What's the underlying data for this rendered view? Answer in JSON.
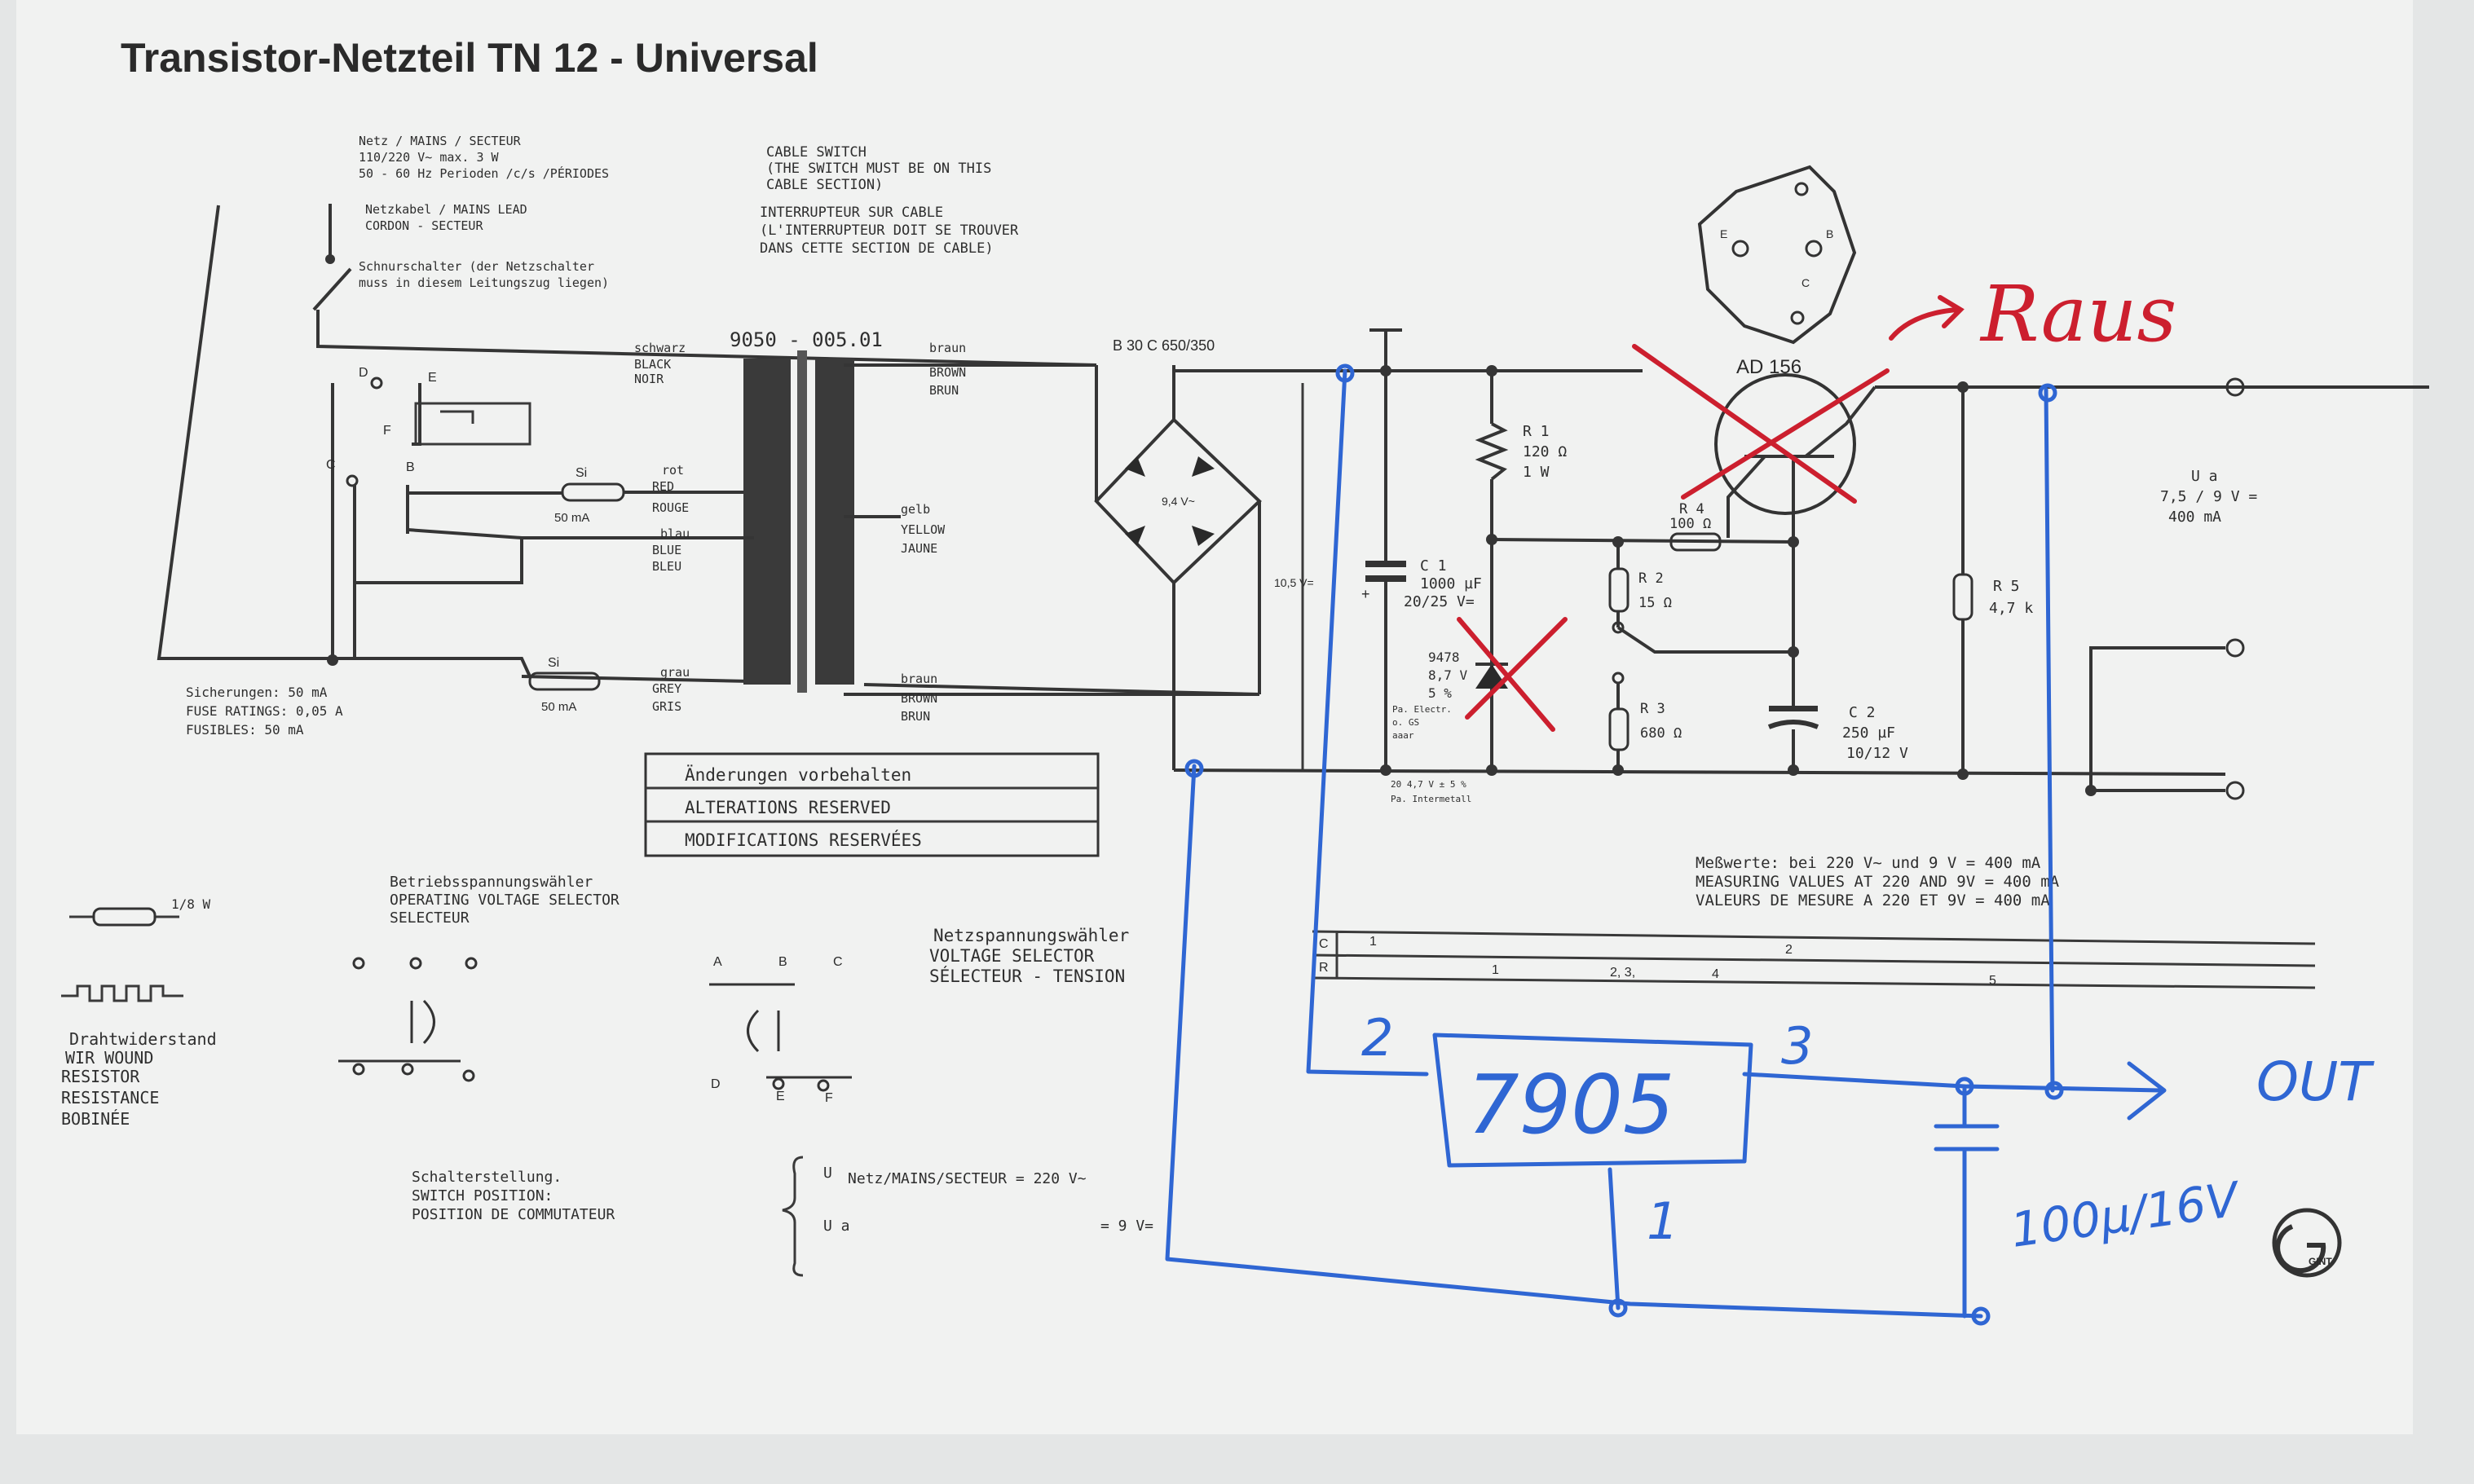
{
  "title": "Transistor-Netzteil TN 12 - Universal",
  "mains": {
    "line1": "Netz / MAINS / SECTEUR",
    "line2": "110/220 V~ max. 3 W",
    "line3": "50 - 60 Hz Perioden /c/s /PÉRIODES",
    "lead1": "Netzkabel / MAINS LEAD",
    "lead2": "CORDON - SECTEUR",
    "switch1": "Schnurschalter (der Netzschalter",
    "switch2": "muss in diesem Leitungszug liegen)"
  },
  "cable_switch": {
    "l1": "CABLE SWITCH",
    "l2": "(THE SWITCH MUST BE ON THIS",
    "l3": "CABLE SECTION)",
    "l4": "INTERRUPTEUR SUR CABLE",
    "l5": "(L'INTERRUPTEUR DOIT SE TROUVER",
    "l6": "DANS CETTE SECTION DE CABLE)"
  },
  "transformer": {
    "part": "9050 - 005.01",
    "black": [
      "schwarz",
      "BLACK",
      "NOIR"
    ],
    "red": [
      "rot",
      "RED",
      "ROUGE"
    ],
    "blue": [
      "blau",
      "BLUE",
      "BLEU"
    ],
    "grey": [
      "grau",
      "GREY",
      "GRIS"
    ],
    "yellow": [
      "gelb",
      "YELLOW",
      "JAUNE"
    ],
    "brown_top": [
      "braun",
      "BROWN",
      "BRUN"
    ],
    "brown_bottom": [
      "braun",
      "BROWN",
      "BRUN"
    ]
  },
  "fuses": {
    "si_top": "Si",
    "si_top_val": "50 mA",
    "si_bot": "Si",
    "si_bot_val": "50 mA",
    "l1": "Sicherungen: 50 mA",
    "l2": "FUSE RATINGS: 0,05 A",
    "l3": "FUSIBLES: 50 mA"
  },
  "terminals": [
    "D",
    "E",
    "F",
    "C",
    "B"
  ],
  "rectifier": {
    "label": "B 30 C 650/350",
    "ac": "9,4 V~",
    "dc": "10,5 V="
  },
  "components": {
    "c1": [
      "C 1",
      "1000 µF",
      "20/25 V="
    ],
    "r1": [
      "R 1",
      "120 Ω",
      "1 W"
    ],
    "r4": [
      "R 4",
      "100 Ω"
    ],
    "r2": [
      "R 2",
      "15 Ω"
    ],
    "r3": [
      "R 3",
      "680 Ω"
    ],
    "zener": [
      "9478",
      "8,7 V",
      "5 %"
    ],
    "zener_note": [
      "Pa. Electr.",
      "o. GS",
      "aaar"
    ],
    "zener_note2": "20 4,7 V ± 5 %",
    "zener_note3": "Pa. Intermetall",
    "c2": [
      "C 2",
      "250 µF",
      "10/12 V"
    ],
    "r5": [
      "R 5",
      "4,7 k"
    ],
    "transistor": "AD 156",
    "pins": [
      "E",
      "B",
      "C"
    ]
  },
  "output": {
    "u": "U a",
    "v": "7,5 / 9 V =",
    "i": "400 mA"
  },
  "reserved": [
    "Änderungen vorbehalten",
    "ALTERATIONS RESERVED",
    "MODIFICATIONS RESERVÉES"
  ],
  "measure": [
    "Meßwerte: bei 220 V~ und 9 V = 400 mA",
    "MEASURING VALUES AT 220 AND 9V = 400 mA",
    "VALEURS DE MESURE A 220 ET 9V = 400 mA"
  ],
  "voltage_selector": {
    "l1": "Netzspannungswähler",
    "l2": "VOLTAGE SELECTOR",
    "l3": "SÉLECTEUR - TENSION",
    "row_c": "C",
    "row_r": "R",
    "c_marks": [
      "1",
      "2"
    ],
    "r_marks": [
      "1",
      "2, 3,",
      "4",
      "5"
    ]
  },
  "legend": {
    "resistor_watt": "1/8 W",
    "wire1": "Drahtwiderstand",
    "wire2": "WIR WOUND",
    "wire3": "RESISTOR",
    "wire4": "RESISTANCE",
    "wire5": "BOBINÉE"
  },
  "op_selector": {
    "l1": "Betriebsspannungswähler",
    "l2": "OPERATING VOLTAGE SELECTOR",
    "l3": "SELECTEUR",
    "abc": [
      "A",
      "B",
      "C"
    ],
    "def": [
      "D",
      "E",
      "F"
    ]
  },
  "switch_pos": {
    "l1": "Schalterstellung.",
    "l2": "SWITCH POSITION:",
    "l3": "POSITION DE COMMUTATEUR",
    "u1": "U",
    "u1t": "Netz/MAINS/SECTEUR = 220 V~",
    "u2": "U a",
    "u2t": "= 9 V="
  },
  "handwritten": {
    "regulator": "7905",
    "pin1": "1",
    "pin2": "2",
    "pin3": "3",
    "out": "OUT",
    "cap": "100µ/16V",
    "raus": "Raus"
  },
  "logo": "GINT"
}
